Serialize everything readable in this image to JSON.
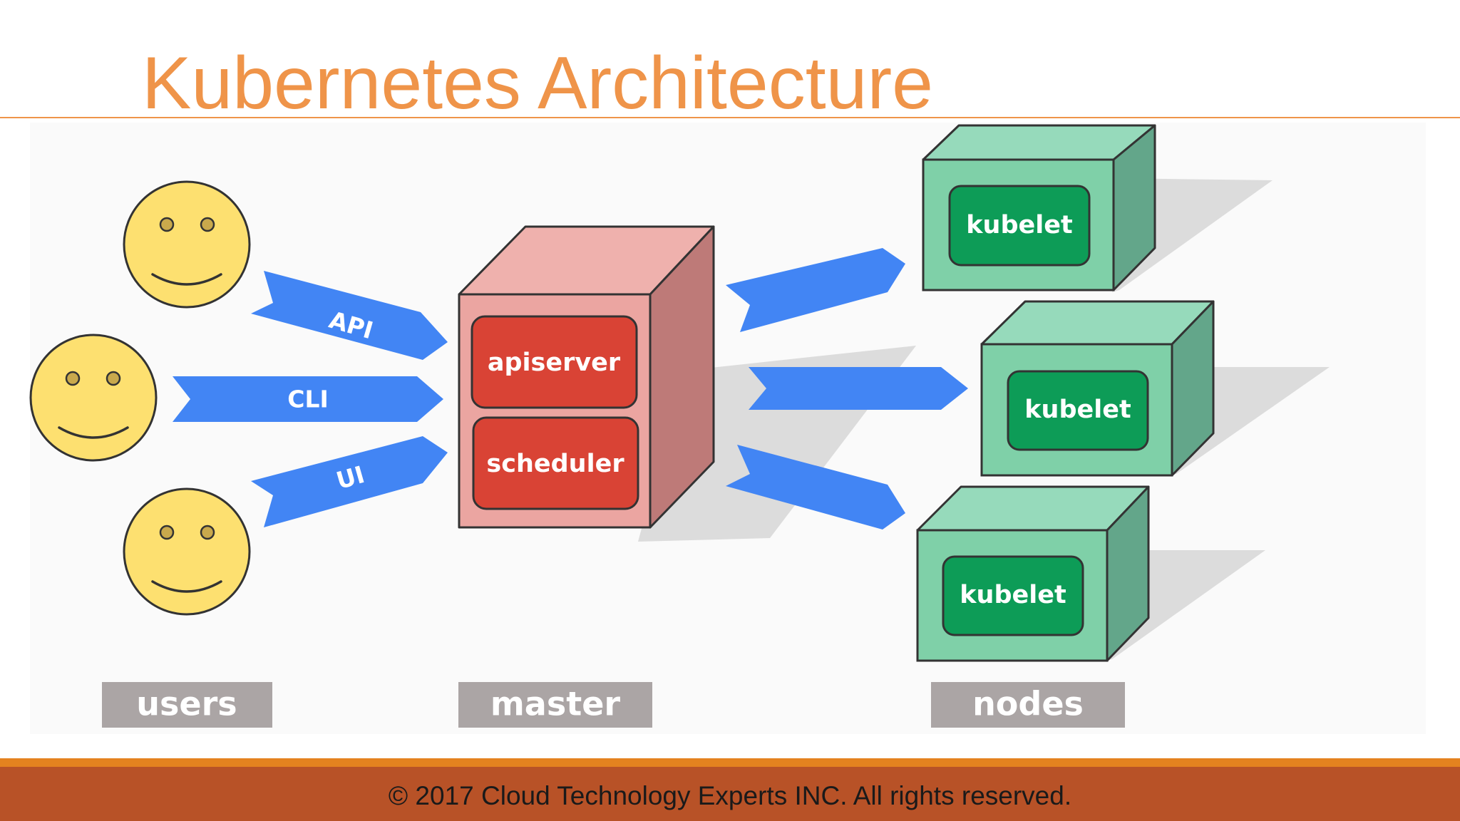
{
  "title": "Kubernetes Architecture",
  "diagram": {
    "users": {
      "label": "users",
      "count": 3,
      "icon": "smiley-face-icon",
      "connections": [
        "API",
        "CLI",
        "UI"
      ]
    },
    "master": {
      "label": "master",
      "components": [
        "apiserver",
        "scheduler"
      ]
    },
    "nodes": {
      "label": "nodes",
      "items": [
        {
          "component": "kubelet"
        },
        {
          "component": "kubelet"
        },
        {
          "component": "kubelet"
        }
      ]
    }
  },
  "colors": {
    "title": "#ef9449",
    "arrow": "#4285f4",
    "face": "#fde070",
    "master_box": "#efb1ad",
    "master_component": "#d94335",
    "node_box": "#7fd0a8",
    "node_component": "#0d9c57",
    "label_box": "#aba5a5",
    "footer": "#b85227"
  },
  "footer": {
    "copyright": "© 2017 Cloud Technology Experts INC. All rights reserved."
  }
}
